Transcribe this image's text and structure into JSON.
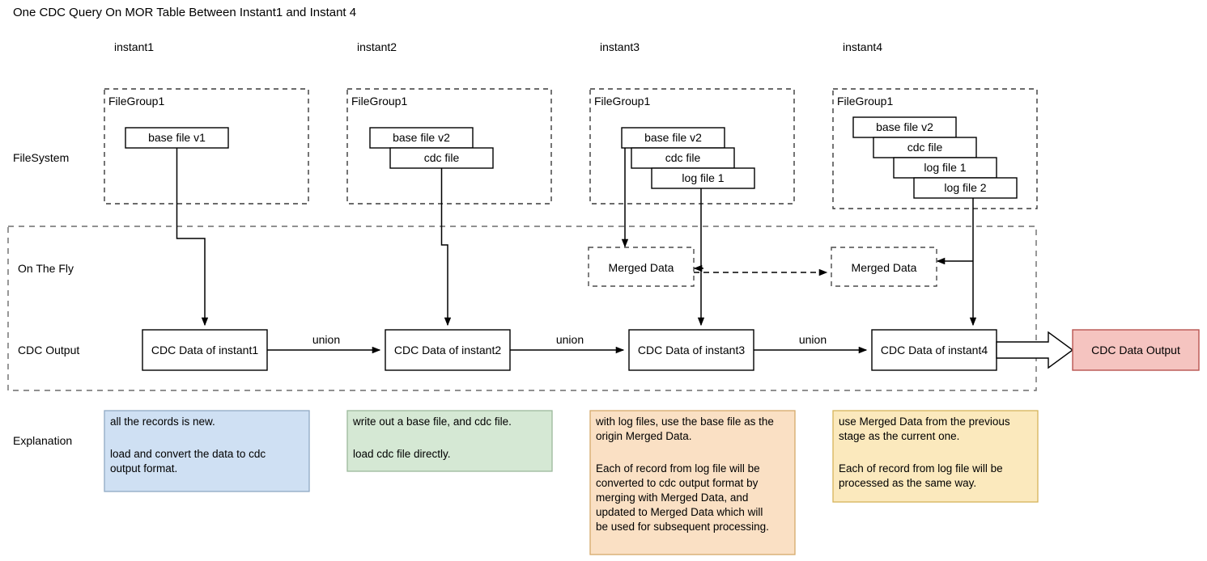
{
  "title": "One CDC Query On MOR Table Between Instant1 and Instant 4",
  "columns": [
    {
      "label": "instant1"
    },
    {
      "label": "instant2"
    },
    {
      "label": "instant3"
    },
    {
      "label": "instant4"
    }
  ],
  "rows": {
    "filesystem": "FileSystem",
    "on_the_fly": "On The Fly",
    "cdc_output": "CDC Output",
    "explanation": "Explanation"
  },
  "file_groups": [
    {
      "label": "FileGroup1",
      "files": [
        "base file v1"
      ]
    },
    {
      "label": "FileGroup1",
      "files": [
        "base file v2",
        "cdc file"
      ]
    },
    {
      "label": "FileGroup1",
      "files": [
        "base file v2",
        "cdc file",
        "log file 1"
      ]
    },
    {
      "label": "FileGroup1",
      "files": [
        "base file v2",
        "cdc file",
        "log file 1",
        "log file 2"
      ]
    }
  ],
  "merged_data": [
    {
      "label": "Merged Data"
    },
    {
      "label": "Merged Data"
    }
  ],
  "cdc_boxes": [
    {
      "label": "CDC Data of instant1"
    },
    {
      "label": "CDC Data of instant2"
    },
    {
      "label": "CDC Data of instant3"
    },
    {
      "label": "CDC Data of instant4"
    }
  ],
  "union_labels": [
    "union",
    "union",
    "union"
  ],
  "final_output": {
    "label": "CDC Data Output",
    "fill": "#f5c4c0",
    "stroke": "#b85450"
  },
  "explanations": [
    {
      "lines": [
        "all the records is new.",
        "",
        "load and convert the data to cdc",
        "output format."
      ],
      "fill": "#cfe0f3",
      "stroke": "#8fa9c4"
    },
    {
      "lines": [
        "write out a base file, and cdc file.",
        "",
        "load cdc file directly."
      ],
      "fill": "#d5e8d4",
      "stroke": "#9cb89b"
    },
    {
      "lines": [
        "with log files, use the base file as the",
        "origin Merged Data.",
        "",
        "Each of record from log file will be",
        "converted to cdc output format by",
        "merging with Merged Data, and",
        "updated to Merged Data which will",
        "be used for subsequent processing."
      ],
      "fill": "#fae0c4",
      "stroke": "#d6a96a"
    },
    {
      "lines": [
        "use Merged Data from the previous",
        "stage as the current one.",
        "",
        "Each of record from log file will be",
        "processed as the same way."
      ],
      "fill": "#fbe9bd",
      "stroke": "#d6b45a"
    }
  ]
}
